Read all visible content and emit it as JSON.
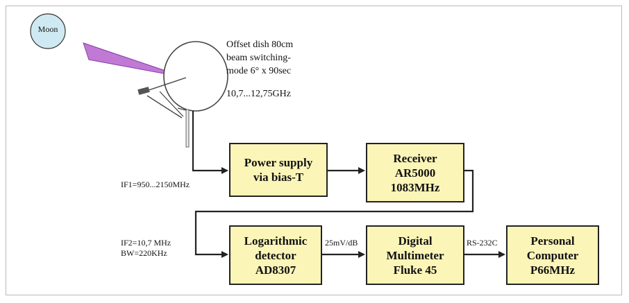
{
  "moon_label": "Moon",
  "dish": {
    "line1": "Offset dish 80cm",
    "line2": "beam switching-",
    "line3": "mode 6° x 90sec",
    "line4": "10,7...12,75GHz"
  },
  "boxes": {
    "power": [
      "Power supply",
      "via bias-T"
    ],
    "receiver": [
      "Receiver",
      "AR5000",
      "1083MHz"
    ],
    "detector": [
      "Logarithmic",
      "detector",
      "AD8307"
    ],
    "multimeter": [
      "Digital",
      "Multimeter",
      "Fluke 45"
    ],
    "computer": [
      "Personal",
      "Computer",
      "P66MHz"
    ]
  },
  "links": {
    "if1": "IF1=950...2150MHz",
    "if2": "IF2=10,7 MHz",
    "bw": "BW=220KHz",
    "sensitivity": "25mV/dB",
    "serial": "RS-232C"
  },
  "colors": {
    "box_fill": "#fbf5b8",
    "moon_fill": "#cfe9f2",
    "beam_fill": "#c07ad6"
  }
}
